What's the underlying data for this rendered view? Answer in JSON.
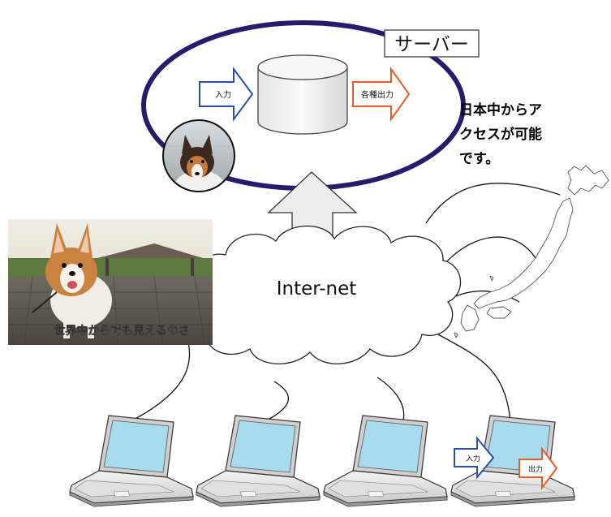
{
  "server": {
    "label": "サーバー",
    "input_label": "入力",
    "output_label": "各種出力"
  },
  "note": {
    "lines": [
      "日本中からア",
      "クセスが可能",
      "です。"
    ]
  },
  "cloud": {
    "label": "Inter-net"
  },
  "photo": {
    "caption": "世界中からでも見えるのさ"
  },
  "laptop": {
    "input_label": "入力",
    "output_label": "出力"
  },
  "colors": {
    "server_ellipse": "#2a1a6e",
    "input_arrow": "#2a50a8",
    "output_arrow": "#ee5a24",
    "screen": "#a9dbef"
  }
}
